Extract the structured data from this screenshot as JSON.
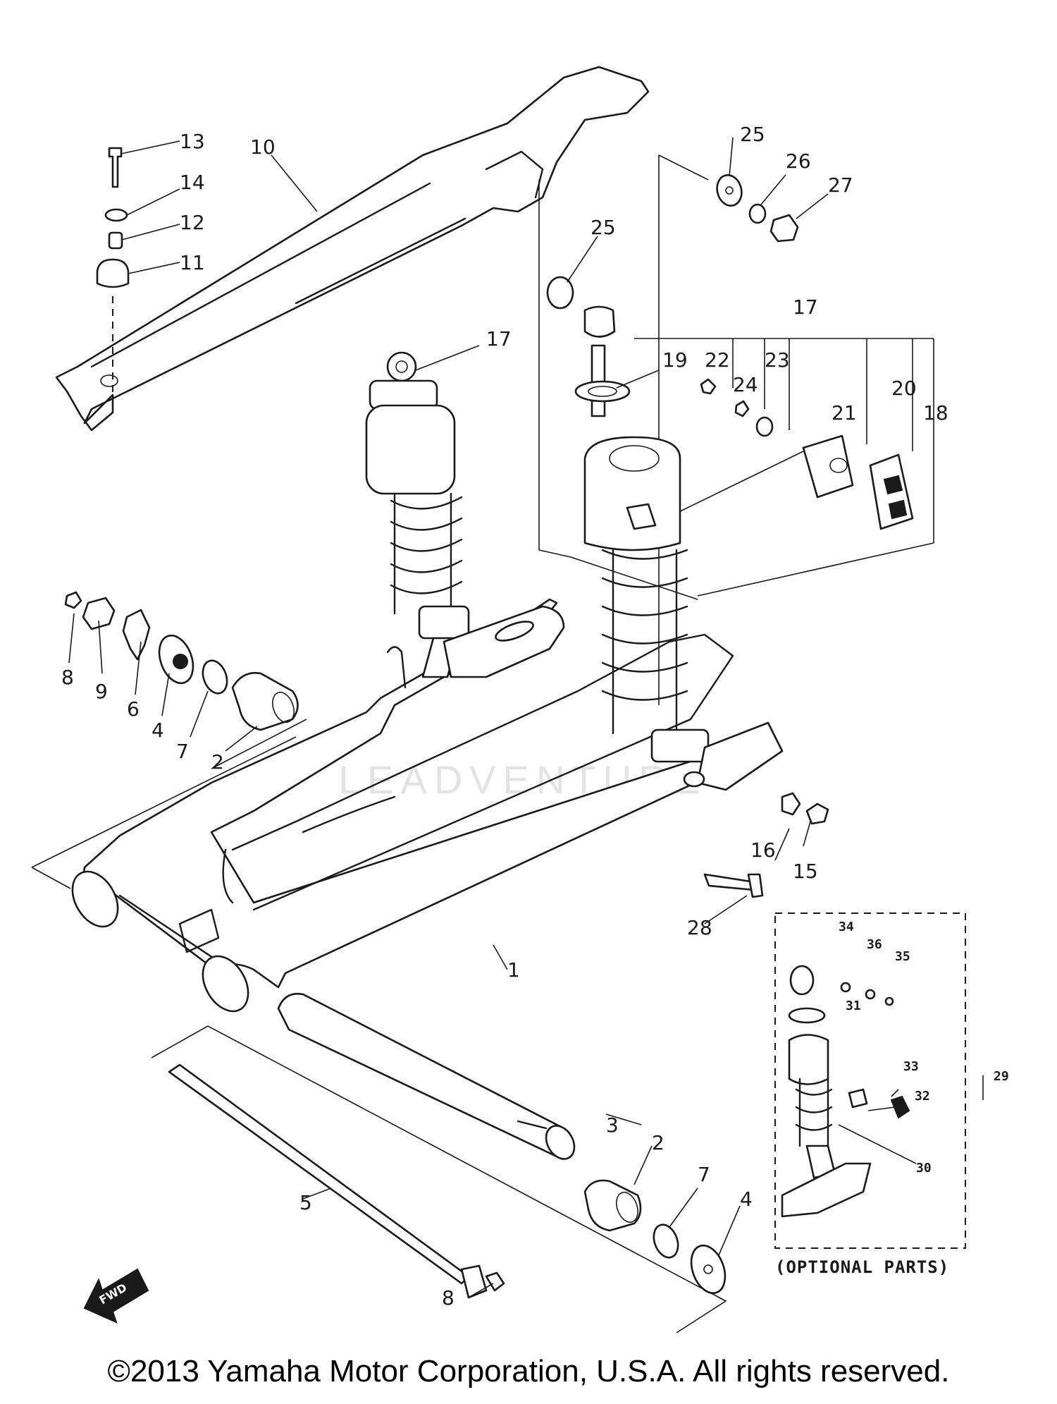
{
  "callouts": {
    "c1": "1",
    "c2a": "2",
    "c2b": "2",
    "c3": "3",
    "c4a": "4",
    "c4b": "4",
    "c5": "5",
    "c6": "6",
    "c7a": "7",
    "c7b": "7",
    "c8a": "8",
    "c8b": "8",
    "c9": "9",
    "c10": "10",
    "c11": "11",
    "c12": "12",
    "c13": "13",
    "c14": "14",
    "c15": "15",
    "c16": "16",
    "c17a": "17",
    "c17b": "17",
    "c18": "18",
    "c19": "19",
    "c20": "20",
    "c21": "21",
    "c22": "22",
    "c23": "23",
    "c24": "24",
    "c25a": "25",
    "c25b": "25",
    "c26": "26",
    "c27": "27",
    "c28": "28",
    "c29": "29",
    "c30": "30",
    "c31": "31",
    "c32": "32",
    "c33": "33",
    "c34": "34",
    "c35": "35",
    "c36": "36"
  },
  "optional_parts_label": "(OPTIONAL PARTS)",
  "fwd_label": "FWD",
  "watermark": "LEADVENTURE",
  "copyright": "©2013 Yamaha Motor Corporation, U.S.A. All rights reserved."
}
